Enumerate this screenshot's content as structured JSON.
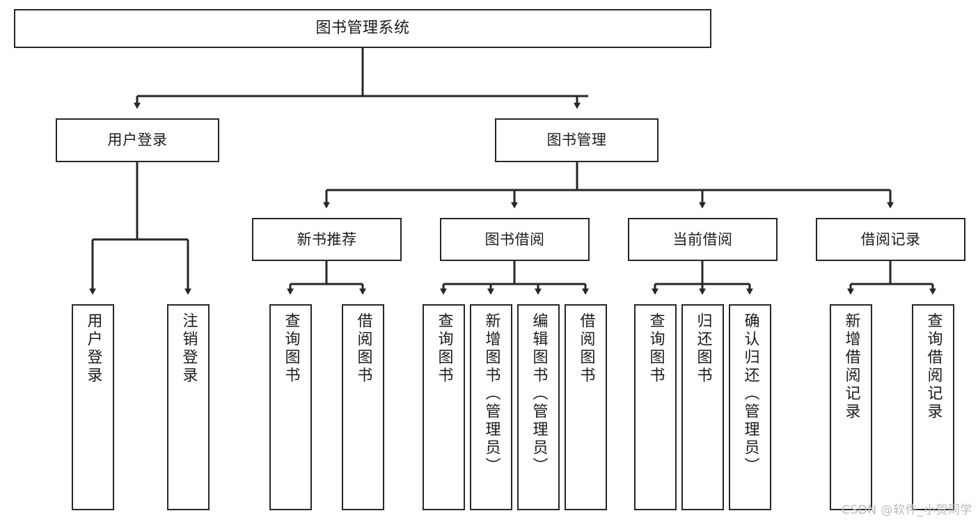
{
  "diagram": {
    "title": "图书管理系统",
    "type": "functional-structure-tree",
    "root": {
      "label": "图书管理系统"
    },
    "level2": [
      {
        "label": "用户登录"
      },
      {
        "label": "图书管理"
      }
    ],
    "level3": [
      {
        "label": "新书推荐"
      },
      {
        "label": "图书借阅"
      },
      {
        "label": "当前借阅"
      },
      {
        "label": "借阅记录"
      }
    ],
    "leaves": {
      "user_login": [
        {
          "label": "用户登录"
        },
        {
          "label": "注销登录"
        }
      ],
      "new_book_recommend": [
        {
          "label": "查询图书"
        },
        {
          "label": "借阅图书"
        }
      ],
      "book_borrow": [
        {
          "label": "查询图书"
        },
        {
          "label": "新增图书（管理员）"
        },
        {
          "label": "编辑图书（管理员）"
        },
        {
          "label": "借阅图书"
        }
      ],
      "current_borrow": [
        {
          "label": "查询图书"
        },
        {
          "label": "归还图书"
        },
        {
          "label": "确认归还（管理员）"
        }
      ],
      "borrow_record": [
        {
          "label": "新增借阅记录"
        },
        {
          "label": "查询借阅记录"
        }
      ]
    }
  },
  "watermark": {
    "text": "CSDN @软件_小贺同学"
  },
  "colors": {
    "stroke": "#262626",
    "box_fill": "#ffffff",
    "text": "#1b1b1b",
    "watermark": "#b9b9b9",
    "background": "#ffffff"
  }
}
